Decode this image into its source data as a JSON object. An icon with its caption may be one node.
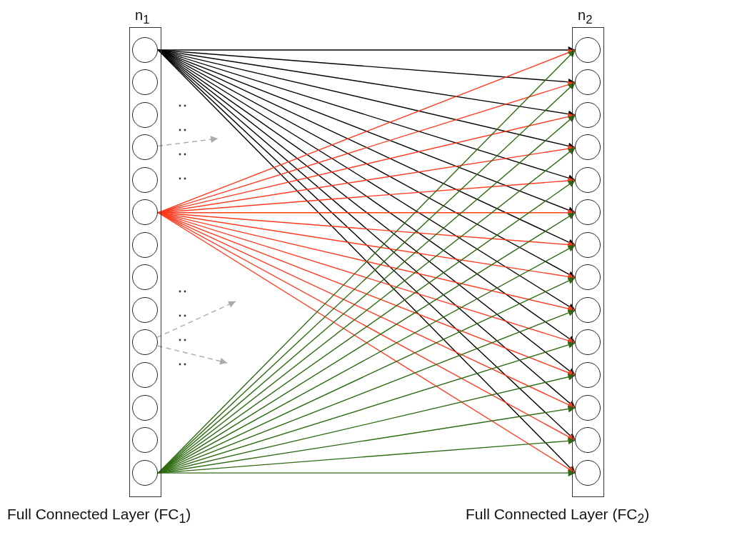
{
  "diagram": {
    "nodes": [
      {
        "text": [
          "n$_{1}$"
        ],
        "beside": [
          "Full Connected Layer (FC$_{1}$)"
        ]
      },
      {
        "text": [],
        "shape": "circle",
        "in": 0
      },
      {
        "text": [],
        "shape": "circle",
        "in": 0
      },
      {
        "text": [],
        "shape": "circle",
        "in": 0
      },
      {
        "text": [],
        "shape": "circle",
        "in": 0
      },
      {
        "text": [],
        "shape": "circle",
        "in": 0
      },
      {
        "text": [],
        "shape": "circle",
        "in": 0
      },
      {
        "text": [],
        "shape": "circle",
        "in": 0
      },
      {
        "text": [],
        "shape": "circle",
        "in": 0
      },
      {
        "text": [],
        "shape": "circle",
        "in": 0
      },
      {
        "text": [],
        "shape": "circle",
        "in": 0
      },
      {
        "text": [],
        "shape": "circle",
        "in": 0
      },
      {
        "text": [],
        "shape": "circle",
        "in": 0
      },
      {
        "text": [],
        "shape": "circle",
        "in": 0
      },
      {
        "text": [],
        "shape": "circle",
        "in": 0
      },
      {
        "text": [
          "n$_{2}$"
        ],
        "beside": [
          "Full Connected Layer (FC$_{2}$)"
        ]
      },
      {
        "text": [],
        "shape": "circle",
        "in": 15
      },
      {
        "text": [],
        "shape": "circle",
        "in": 15
      },
      {
        "text": [],
        "shape": "circle",
        "in": 15
      },
      {
        "text": [],
        "shape": "circle",
        "in": 15
      },
      {
        "text": [],
        "shape": "circle",
        "in": 15
      },
      {
        "text": [],
        "shape": "circle",
        "in": 15
      },
      {
        "text": [],
        "shape": "circle",
        "in": 15
      },
      {
        "text": [],
        "shape": "circle",
        "in": 15
      },
      {
        "text": [],
        "shape": "circle",
        "in": 15
      },
      {
        "text": [],
        "shape": "circle",
        "in": 15
      },
      {
        "text": [],
        "shape": "circle",
        "in": 15
      },
      {
        "text": [],
        "shape": "circle",
        "in": 15
      },
      {
        "text": [],
        "shape": "circle",
        "in": 15
      },
      {
        "text": [],
        "shape": "circle",
        "in": 15
      }
    ],
    "edges": [
      {
        "from": 1,
        "to": 16,
        "arrow": "to",
        "color": "#000000"
      },
      {
        "from": 1,
        "to": 17,
        "arrow": "to",
        "color": "#000000"
      },
      {
        "from": 1,
        "to": 18,
        "arrow": "to",
        "color": "#000000"
      },
      {
        "from": 1,
        "to": 19,
        "arrow": "to",
        "color": "#000000"
      },
      {
        "from": 1,
        "to": 20,
        "arrow": "to",
        "color": "#000000"
      },
      {
        "from": 1,
        "to": 21,
        "arrow": "to",
        "color": "#000000"
      },
      {
        "from": 1,
        "to": 22,
        "arrow": "to",
        "color": "#000000"
      },
      {
        "from": 1,
        "to": 23,
        "arrow": "to",
        "color": "#000000"
      },
      {
        "from": 1,
        "to": 24,
        "arrow": "to",
        "color": "#000000"
      },
      {
        "from": 1,
        "to": 25,
        "arrow": "to",
        "color": "#000000"
      },
      {
        "from": 1,
        "to": 26,
        "arrow": "to",
        "color": "#000000"
      },
      {
        "from": 1,
        "to": 27,
        "arrow": "to",
        "color": "#000000"
      },
      {
        "from": 1,
        "to": 28,
        "arrow": "to",
        "color": "#000000"
      },
      {
        "from": 1,
        "to": 29,
        "arrow": "to",
        "color": "#000000"
      },
      {
        "from": 6,
        "to": 16,
        "arrow": "to",
        "color": "#ff3b1f"
      },
      {
        "from": 6,
        "to": 17,
        "arrow": "to",
        "color": "#ff3b1f"
      },
      {
        "from": 6,
        "to": 18,
        "arrow": "to",
        "color": "#ff3b1f"
      },
      {
        "from": 6,
        "to": 19,
        "arrow": "to",
        "color": "#ff3b1f"
      },
      {
        "from": 6,
        "to": 20,
        "arrow": "to",
        "color": "#ff3b1f"
      },
      {
        "from": 6,
        "to": 21,
        "arrow": "to",
        "color": "#ff3b1f"
      },
      {
        "from": 6,
        "to": 22,
        "arrow": "to",
        "color": "#ff3b1f"
      },
      {
        "from": 6,
        "to": 23,
        "arrow": "to",
        "color": "#ff3b1f"
      },
      {
        "from": 6,
        "to": 24,
        "arrow": "to",
        "color": "#ff3b1f"
      },
      {
        "from": 6,
        "to": 25,
        "arrow": "to",
        "color": "#ff3b1f"
      },
      {
        "from": 6,
        "to": 26,
        "arrow": "to",
        "color": "#ff3b1f"
      },
      {
        "from": 6,
        "to": 27,
        "arrow": "to",
        "color": "#ff3b1f"
      },
      {
        "from": 6,
        "to": 28,
        "arrow": "to",
        "color": "#ff3b1f"
      },
      {
        "from": 6,
        "to": 29,
        "arrow": "to",
        "color": "#ff3b1f"
      },
      {
        "from": 14,
        "to": 16,
        "arrow": "to",
        "color": "#2e6b12"
      },
      {
        "from": 14,
        "to": 17,
        "arrow": "to",
        "color": "#2e6b12"
      },
      {
        "from": 14,
        "to": 18,
        "arrow": "to",
        "color": "#2e6b12"
      },
      {
        "from": 14,
        "to": 19,
        "arrow": "to",
        "color": "#2e6b12"
      },
      {
        "from": 14,
        "to": 20,
        "arrow": "to",
        "color": "#2e6b12"
      },
      {
        "from": 14,
        "to": 21,
        "arrow": "to",
        "color": "#2e6b12"
      },
      {
        "from": 14,
        "to": 22,
        "arrow": "to",
        "color": "#2e6b12"
      },
      {
        "from": 14,
        "to": 23,
        "arrow": "to",
        "color": "#2e6b12"
      },
      {
        "from": 14,
        "to": 24,
        "arrow": "to",
        "color": "#2e6b12"
      },
      {
        "from": 14,
        "to": 25,
        "arrow": "to",
        "color": "#2e6b12"
      },
      {
        "from": 14,
        "to": 26,
        "arrow": "to",
        "color": "#2e6b12"
      },
      {
        "from": 14,
        "to": 27,
        "arrow": "to",
        "color": "#2e6b12"
      },
      {
        "from": 14,
        "to": 28,
        "arrow": "to",
        "color": "#2e6b12"
      },
      {
        "from": 14,
        "to": 29,
        "arrow": "to",
        "color": "#2e6b12"
      },
      {
        "from": 4,
        "to": null,
        "arrow": "to",
        "style": "dashed",
        "color": "#aaaaaa"
      },
      {
        "from": 10,
        "to": null,
        "arrow": "to",
        "style": "dashed",
        "color": "#aaaaaa"
      },
      {
        "from": 10,
        "to": null,
        "arrow": "to",
        "style": "dashed",
        "color": "#aaaaaa"
      }
    ]
  }
}
